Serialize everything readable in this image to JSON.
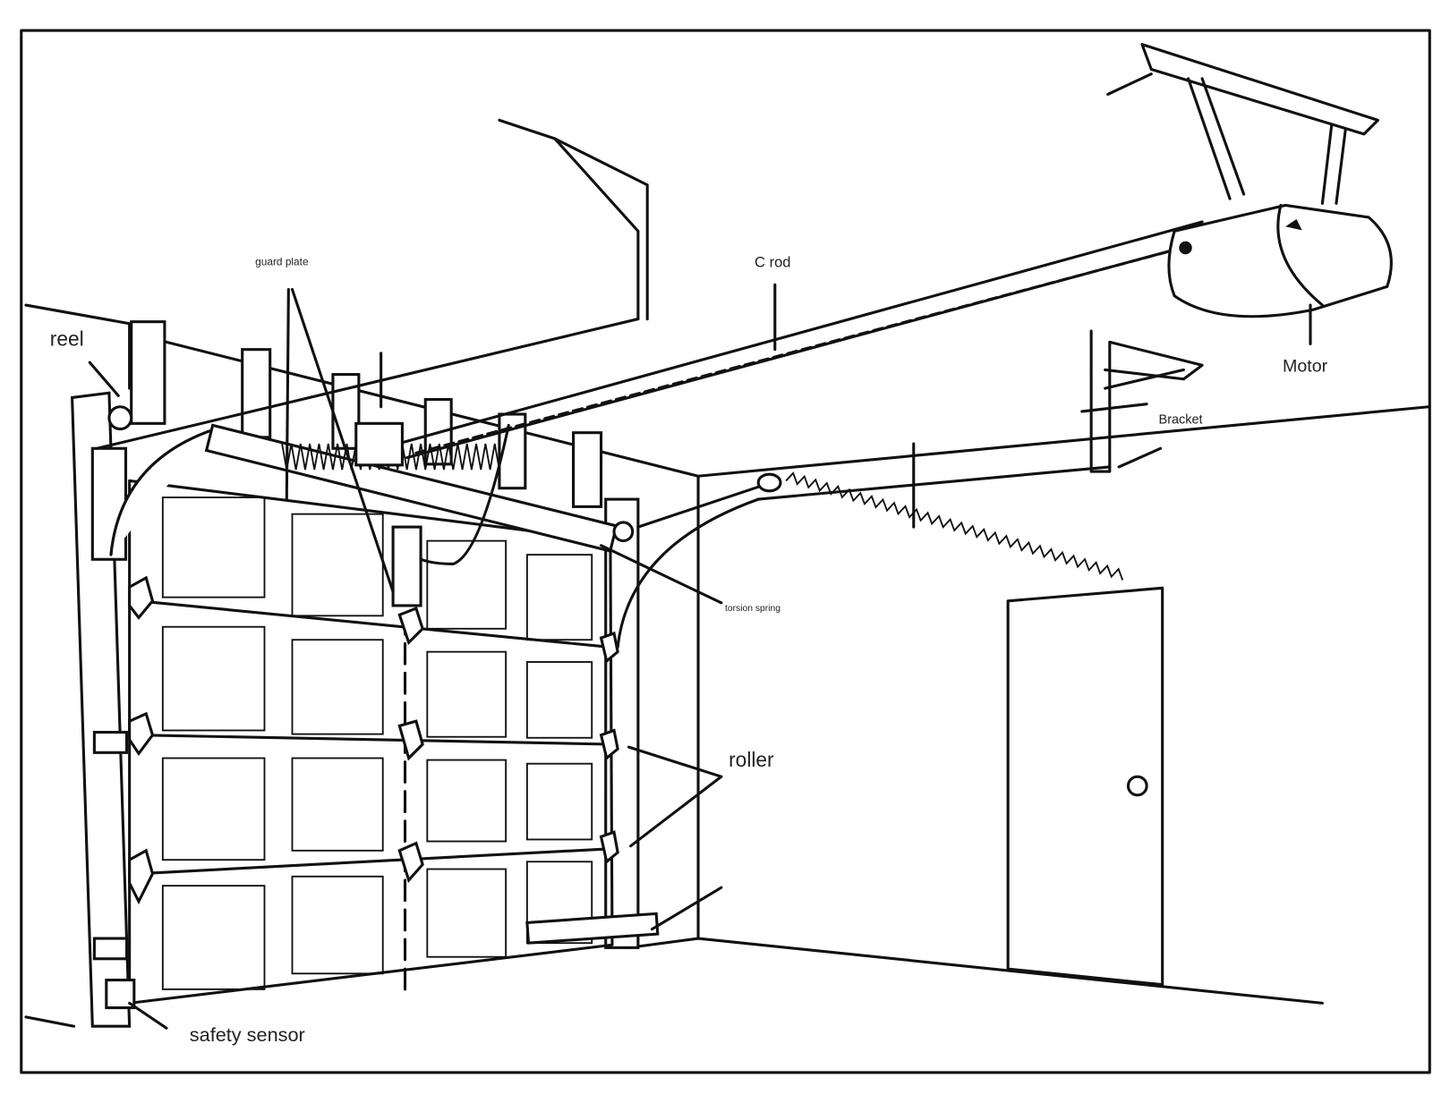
{
  "labels": {
    "reel": "reel",
    "guard_plate": "guard plate",
    "c_rod": "C rod",
    "motor": "Motor",
    "bracket": "Bracket",
    "torsion_spring": "torsion spring",
    "roller": "roller",
    "safety_sensor": "safety sensor"
  }
}
